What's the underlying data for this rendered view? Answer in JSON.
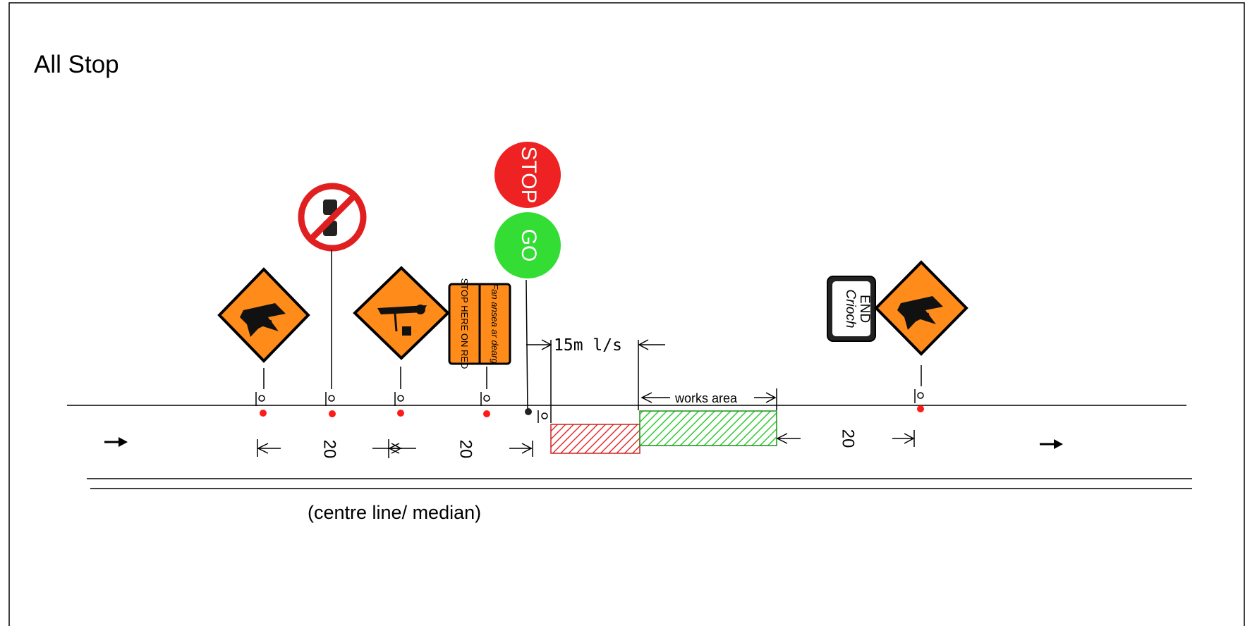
{
  "title": "All Stop",
  "caption": "(centre line/ median)",
  "signs": {
    "stop": "STOP",
    "go": "GO",
    "stop_here_en": "STOP HERE ON RED",
    "stop_here_ga": "Fan ansea ar dearg",
    "end_ga": "Crioch",
    "end_en": "END"
  },
  "dimensions": {
    "gap_1": "20",
    "gap_2": "20",
    "gap_3": "20",
    "lead_in": "15m l/s",
    "works_area": "works area"
  },
  "colors": {
    "warning_orange": "#ff8c1a",
    "stop_red": "#ee2222",
    "go_green": "#33dd33",
    "lead_in_hatch": "#e03030",
    "works_hatch": "#2fcc2f",
    "cone_red": "#ff1a1a"
  }
}
